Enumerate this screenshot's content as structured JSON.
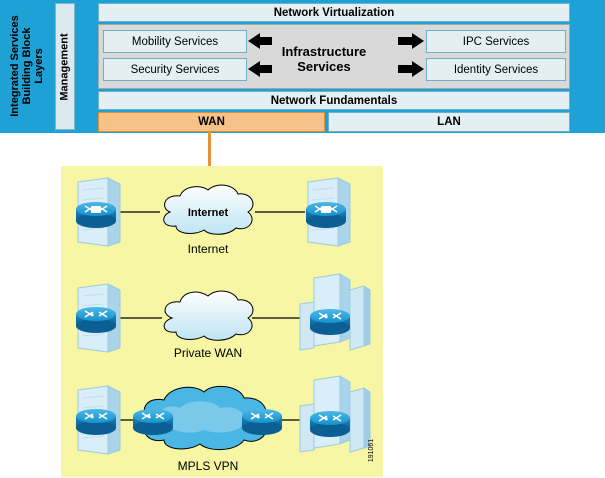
{
  "side_label": "Integrated Services\nBuilding Block\nLayers",
  "management": "Management",
  "network_virtualization": "Network Virtualization",
  "services": {
    "mobility": "Mobility Services",
    "security": "Security Services",
    "infrastructure": "Infrastructure\nServices",
    "ipc": "IPC Services",
    "identity": "Identity Services"
  },
  "network_fundamentals": "Network Fundamentals",
  "wan": "WAN",
  "lan": "LAN",
  "networks": {
    "internet_cloud": "Internet",
    "internet": "Internet",
    "private_wan": "Private WAN",
    "mpls_vpn": "MPLS VPN"
  },
  "figure_number": "191061",
  "colors": {
    "top_band": "#1ea1d4",
    "wan_highlight": "#f6c287",
    "wan_connector": "#e8923a",
    "network_panel": "#f6f6a4",
    "light_box": "#e3eff3",
    "router": "#1592cf"
  }
}
